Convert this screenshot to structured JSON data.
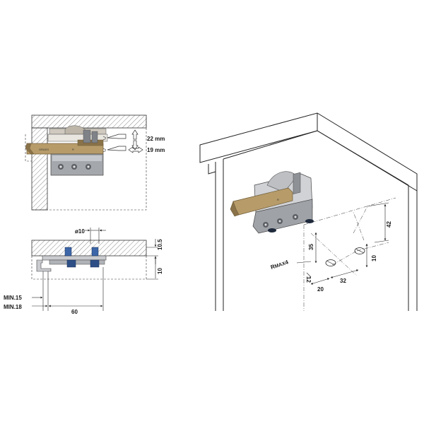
{
  "top_view": {
    "adjust_height": "22 mm",
    "adjust_depth": "19 mm",
    "bracket_letter": "R",
    "bracket_brand": "GRASS"
  },
  "side_view": {
    "dim_diameter": "ø10",
    "dim_10_5": "10.5",
    "dim_10": "10",
    "dim_min15": "MIN.15",
    "dim_min18": "MIN.18",
    "dim_60": "60"
  },
  "iso_view": {
    "dim_42": "42",
    "dim_35": "35",
    "dim_10": "10",
    "dim_rmax_r": "R",
    "dim_rmax_sub": "MAX",
    "dim_rmax_val": "4",
    "dim_12": "12",
    "dim_20": "20",
    "dim_32": "32",
    "bracket_letter": "R"
  },
  "colors": {
    "bracket": "#b79c6a",
    "bracket_dark": "#8a7249",
    "metal": "#8e9196",
    "metal_dark": "#5c5f64",
    "screw": "#2e4f86",
    "hatch": "#888888"
  }
}
